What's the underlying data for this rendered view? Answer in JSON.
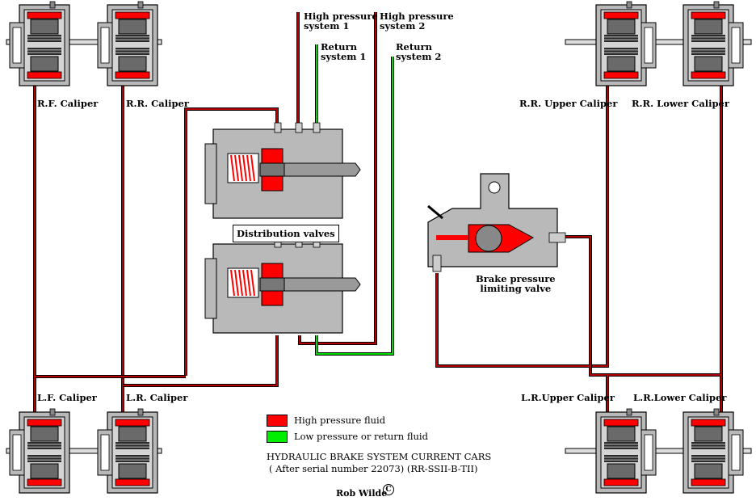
{
  "colors": {
    "high_pressure": "#ff0000",
    "return": "#00dd00",
    "pipe": "#b30000",
    "body_gray": "#b9b9b9",
    "dark": "#2a2a2a"
  },
  "labels": {
    "hp1": [
      "High pressure",
      "system 1"
    ],
    "hp2": [
      "High pressure",
      "system 2"
    ],
    "ret1": [
      "Return",
      "system 1"
    ],
    "ret2": [
      "Return",
      "system 2"
    ],
    "rf": "R.F. Caliper",
    "rr": "R.R. Caliper",
    "rr_upper": "R.R. Upper Caliper",
    "rr_lower": "R.R. Lower Caliper",
    "lf": "L.F. Caliper",
    "lr": "L.R. Caliper",
    "lr_upper": "L.R.Upper Caliper",
    "lr_lower": "L.R.Lower Caliper",
    "distribution": "Distribution valves",
    "limiting": [
      "Brake pressure",
      "limiting valve"
    ]
  },
  "legend": {
    "high": "High pressure fluid",
    "low": "Low pressure or return fluid"
  },
  "caption": {
    "line1": "HYDRAULIC BRAKE SYSTEM CURRENT CARS",
    "line2": "( After serial number 22073) (RR-SSII-B-TII)",
    "author": "Rob Wilde",
    "copyright_symbol": "C"
  }
}
